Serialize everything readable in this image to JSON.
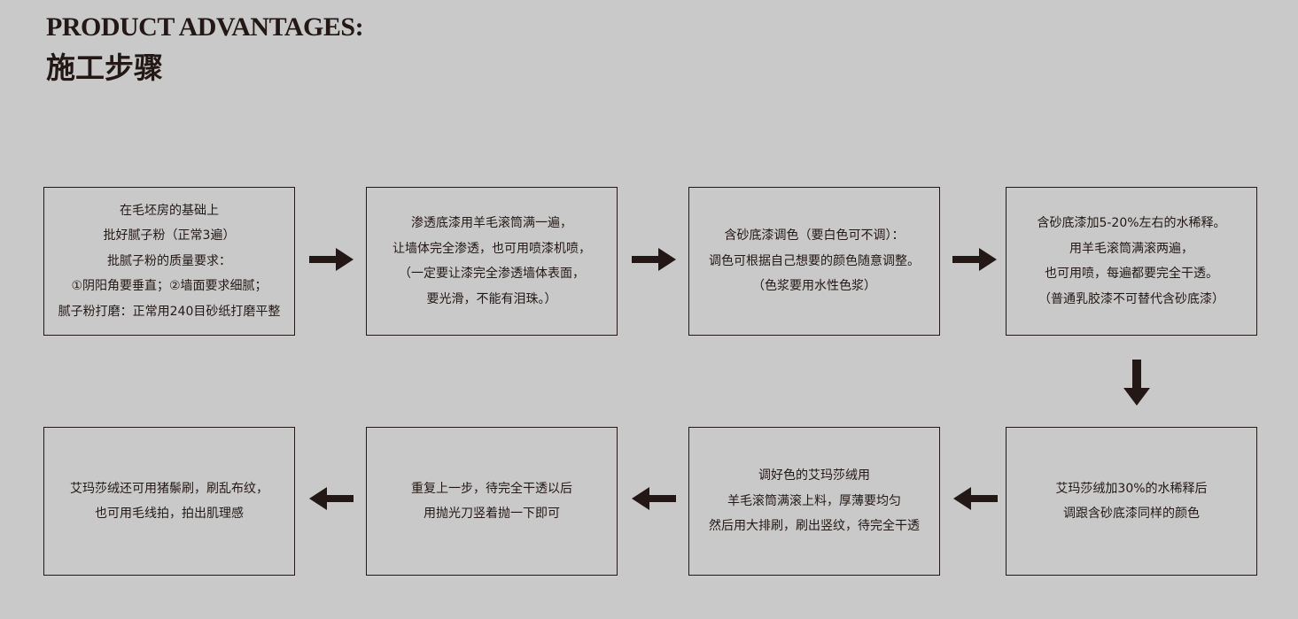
{
  "header": {
    "title_en": "PRODUCT ADVANTAGES:",
    "title_zh": "施工步骤"
  },
  "steps": [
    {
      "lines": [
        "在毛坯房的基础上",
        "批好腻子粉（正常3遍）",
        "批腻子粉的质量要求：",
        "①阴阳角要垂直；②墙面要求细腻；",
        "腻子粉打磨：正常用240目砂纸打磨平整"
      ]
    },
    {
      "lines": [
        "渗透底漆用羊毛滚筒满一遍，",
        "让墙体完全渗透，也可用喷漆机喷，",
        "（一定要让漆完全渗透墙体表面，",
        "要光滑，不能有泪珠。）"
      ]
    },
    {
      "lines": [
        "含砂底漆调色（要白色可不调）：",
        "调色可根据自己想要的颜色随意调整。",
        "（色浆要用水性色浆）"
      ]
    },
    {
      "lines": [
        "含砂底漆加5-20%左右的水稀释。",
        "用羊毛滚筒满滚两遍，",
        "也可用喷，每遍都要完全干透。",
        "（普通乳胶漆不可替代含砂底漆）"
      ]
    },
    {
      "lines": [
        "艾玛莎绒加30%的水稀释后",
        "调跟含砂底漆同样的颜色"
      ]
    },
    {
      "lines": [
        "调好色的艾玛莎绒用",
        "羊毛滚筒满滚上料，厚薄要均匀",
        "然后用大排刷，刷出竖纹，待完全干透"
      ]
    },
    {
      "lines": [
        "重复上一步，待完全干透以后",
        "用抛光刀竖着抛一下即可"
      ]
    },
    {
      "lines": [
        "艾玛莎绒还可用猪鬃刷，刷乱布纹，",
        "也可用毛线拍，拍出肌理感"
      ]
    }
  ],
  "colors": {
    "background": "#c9c9c9",
    "ink": "#231815"
  },
  "icons": {
    "arrow_right": "arrow-right-icon",
    "arrow_left": "arrow-left-icon",
    "arrow_down": "arrow-down-icon"
  }
}
